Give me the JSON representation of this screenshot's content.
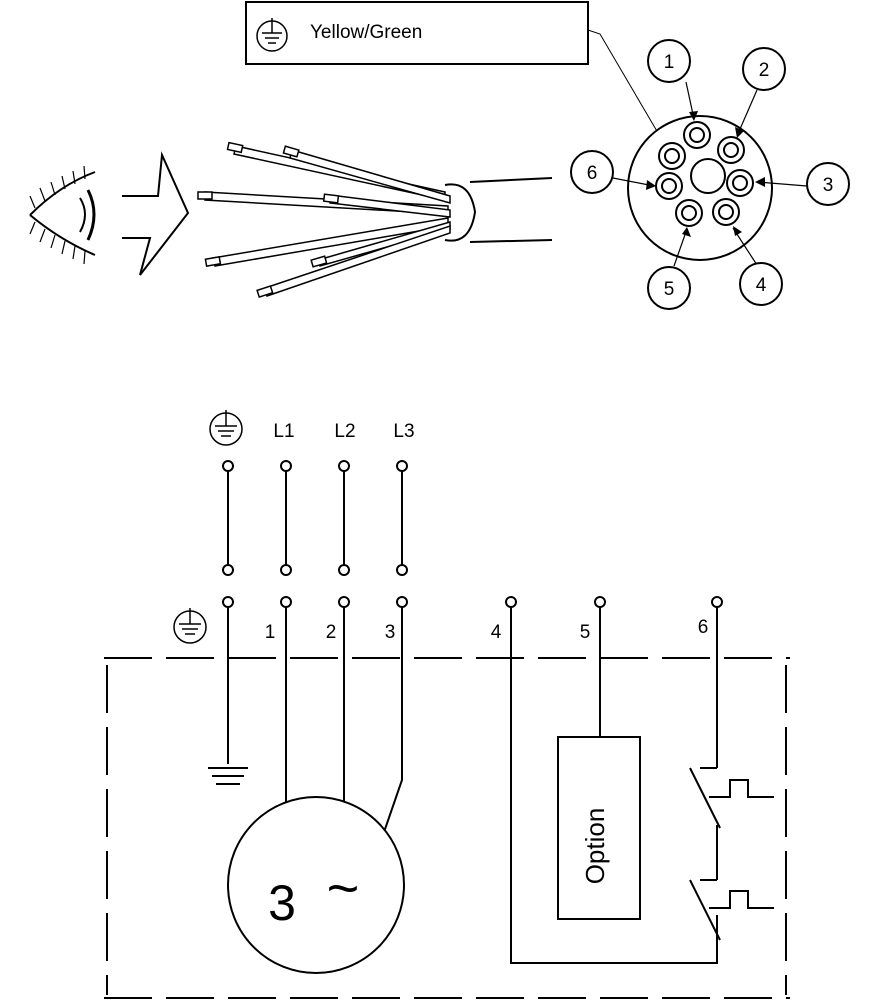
{
  "legend": {
    "icon": "ground-icon",
    "text": "Yellow/Green"
  },
  "cable_cross_section": {
    "cores": [
      "1",
      "2",
      "3",
      "4",
      "5",
      "6"
    ]
  },
  "supply": {
    "labels": [
      "L1",
      "L2",
      "L3"
    ]
  },
  "terminals": {
    "numbers": [
      "1",
      "2",
      "3",
      "4",
      "5",
      "6"
    ]
  },
  "motor": {
    "phase_count": "3",
    "symbol": "~"
  },
  "option_box": {
    "label": "Option"
  }
}
